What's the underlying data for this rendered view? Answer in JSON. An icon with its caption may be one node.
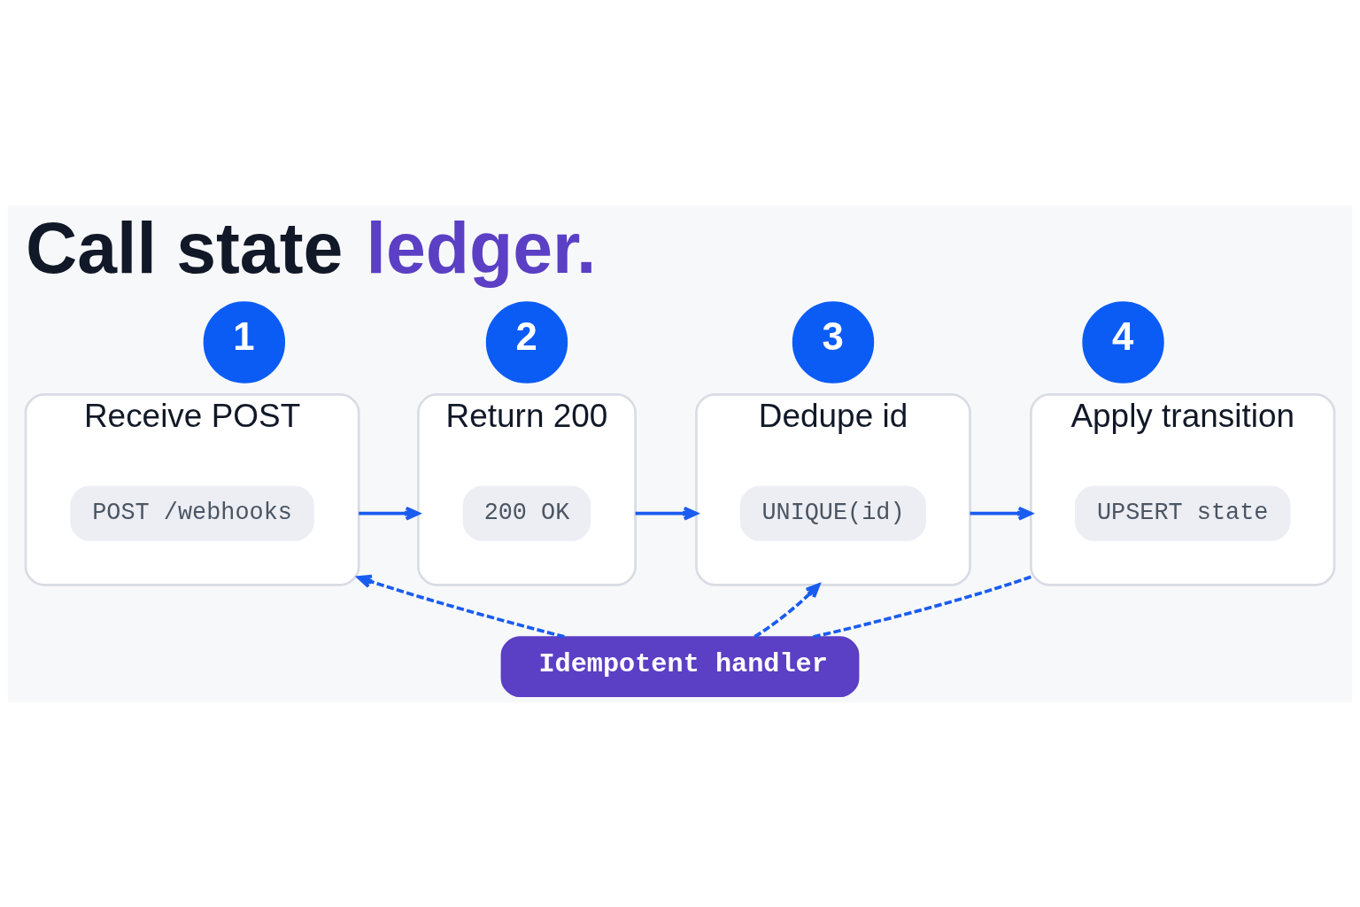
{
  "diagram": {
    "title": "Call state ledger.",
    "nodes": [
      {
        "text": [
          "1"
        ]
      },
      {
        "text": [
          "Receive POST"
        ]
      },
      {
        "text": [
          "POST /webhooks"
        ],
        "in": 1
      },
      {
        "text": [
          "2"
        ]
      },
      {
        "text": [
          "Return 200"
        ]
      },
      {
        "text": [
          "200 OK"
        ],
        "in": 4
      },
      {
        "text": [
          "3"
        ]
      },
      {
        "text": [
          "Dedupe id"
        ]
      },
      {
        "text": [
          "UNIQUE(id)"
        ],
        "in": 7
      },
      {
        "text": [
          "4"
        ]
      },
      {
        "text": [
          "Apply transition"
        ]
      },
      {
        "text": [
          "UPSERT state"
        ],
        "in": 10
      },
      {
        "text": [
          "Idempotent handler"
        ]
      }
    ],
    "edges": [
      {
        "from": 1,
        "to": 4,
        "arrow": "to"
      },
      {
        "from": 4,
        "to": 7,
        "arrow": "to"
      },
      {
        "from": 7,
        "to": 10,
        "arrow": "to"
      },
      {
        "from": 12,
        "to": 1,
        "arrow": "to",
        "style": "dashed"
      },
      {
        "from": 12,
        "to": 7,
        "arrow": "to",
        "style": "dashed"
      },
      {
        "from": 12,
        "to": 10,
        "arrow": "none",
        "style": "dashed"
      }
    ]
  }
}
